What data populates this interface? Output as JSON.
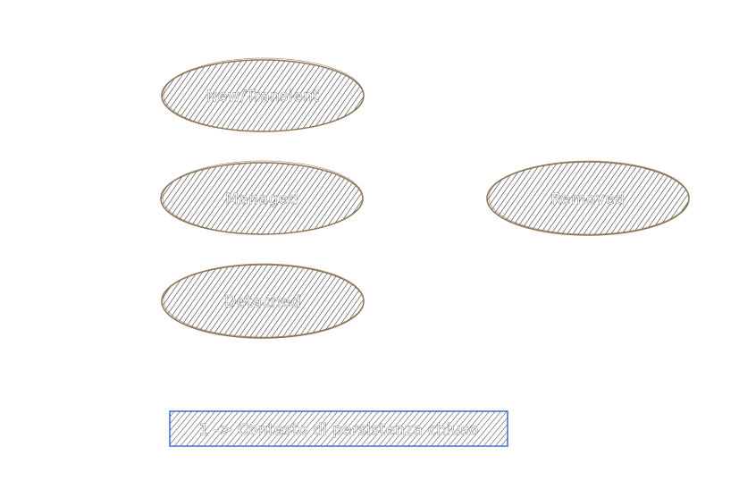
{
  "diagram": {
    "states": [
      {
        "id": "new",
        "label": "New/Transient"
      },
      {
        "id": "managed",
        "label": "Managed"
      },
      {
        "id": "removed",
        "label": "Removed"
      },
      {
        "id": "detached",
        "label": "Detached"
      }
    ],
    "note": {
      "label": "1 -> Contesto di persistenza chiuso"
    },
    "colors": {
      "ellipse_stroke": "#8b7355",
      "hatch": "#222222",
      "note_stroke": "#3b6fd4",
      "background": "#ffffff"
    }
  }
}
